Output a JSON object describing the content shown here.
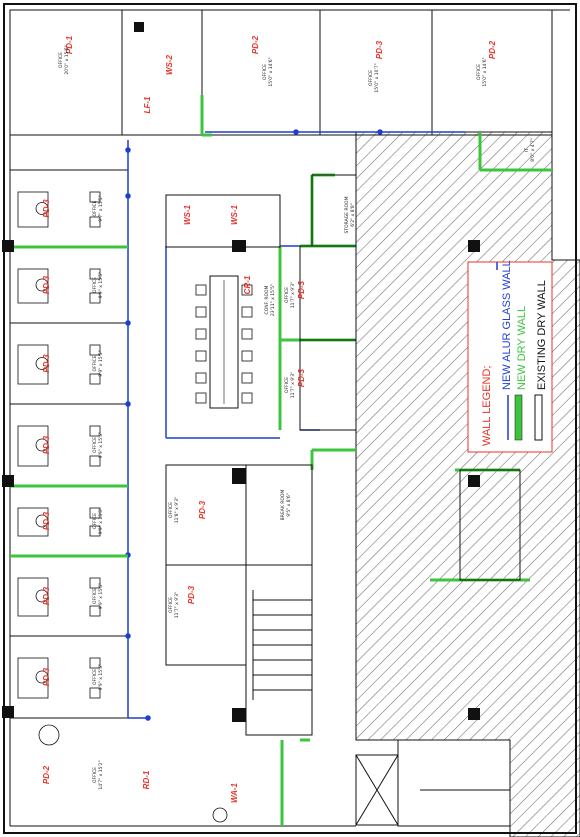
{
  "colors": {
    "glass_wall": "#1f3fd0",
    "dry_wall": "#3dc43d",
    "existing_wall": "#111111",
    "tag_red": "#e8332a",
    "hatch": "#6b6b6b"
  },
  "legend": {
    "title": "WALL LEGEND;",
    "items": [
      {
        "label": "NEW ALUR GLASS WALL",
        "color": "#1f3fd0"
      },
      {
        "label": "NEW DRY WALL",
        "color": "#3dc43d"
      },
      {
        "label": "EXISTING DRY WALL",
        "color": "#111111"
      }
    ]
  },
  "top_row": [
    {
      "tag": "PD-1",
      "room": "OFFICE",
      "dims": "20'0\" x 15'8\""
    },
    {
      "tag": "WS-2",
      "room": "",
      "dims": ""
    },
    {
      "tag": "LF-1",
      "room": "",
      "dims": ""
    },
    {
      "tag": "PD-2",
      "room": "OFFICE",
      "dims": "15'0\" x 14'6\""
    },
    {
      "tag": "PD-3",
      "room": "OFFICE",
      "dims": "15'0\" x 10'7\""
    },
    {
      "tag": "PD-2",
      "room": "OFFICE",
      "dims": "15'0\" x 14'6\""
    }
  ],
  "left_offices": [
    {
      "tag": "PD-3",
      "room": "OFFICE",
      "dims": "9'7\" x 15'5\""
    },
    {
      "tag": "PD-3",
      "room": "OFFICE",
      "dims": "9'9\" x 15'5\""
    },
    {
      "tag": "PD-3",
      "room": "OFFICE",
      "dims": "9'9\" x 15'5\""
    },
    {
      "tag": "PD-3",
      "room": "OFFICE",
      "dims": "9'9\" x 15'5\""
    },
    {
      "tag": "PD-3",
      "room": "OFFICE",
      "dims": "9'9\" x 15'5\""
    },
    {
      "tag": "PD-3",
      "room": "OFFICE",
      "dims": "9'9\" x 15'5\""
    },
    {
      "tag": "PD-3",
      "room": "OFFICE",
      "dims": "9'9\" x 15'5\""
    }
  ],
  "bottom_left_office": {
    "tag": "PD-2",
    "room": "OFFICE",
    "dims": "14'7\" x 15'2\""
  },
  "workstation_tag": "WS-1",
  "conference": {
    "tag": "CR-1",
    "room": "CONF. ROOM",
    "dims": "23'11\" x 15'5\""
  },
  "center_offices": [
    {
      "tag": "PD-3",
      "room": "OFFICE",
      "dims": "11'7\" x 9'3\""
    },
    {
      "tag": "PD-3",
      "room": "OFFICE",
      "dims": "11'7\" x 9'3\""
    }
  ],
  "storage": {
    "room": "STORAGE ROOM",
    "dims": "6'2\" x 8'8\""
  },
  "it_room": {
    "room": "IT",
    "dims": "8'0\" x 4'7\""
  },
  "lower_offices": [
    {
      "tag": "PD-3",
      "room": "OFFICE",
      "dims": "11'8\" x 9'3\""
    },
    {
      "tag": "PD-3",
      "room": "OFFICE",
      "dims": "11'7\" x 9'3\""
    }
  ],
  "break_room": {
    "room": "BREAK ROOM",
    "dims": "9'5\" x 8'6\""
  },
  "reception_tag": "RD-1",
  "waiting_tag": "WA-1"
}
